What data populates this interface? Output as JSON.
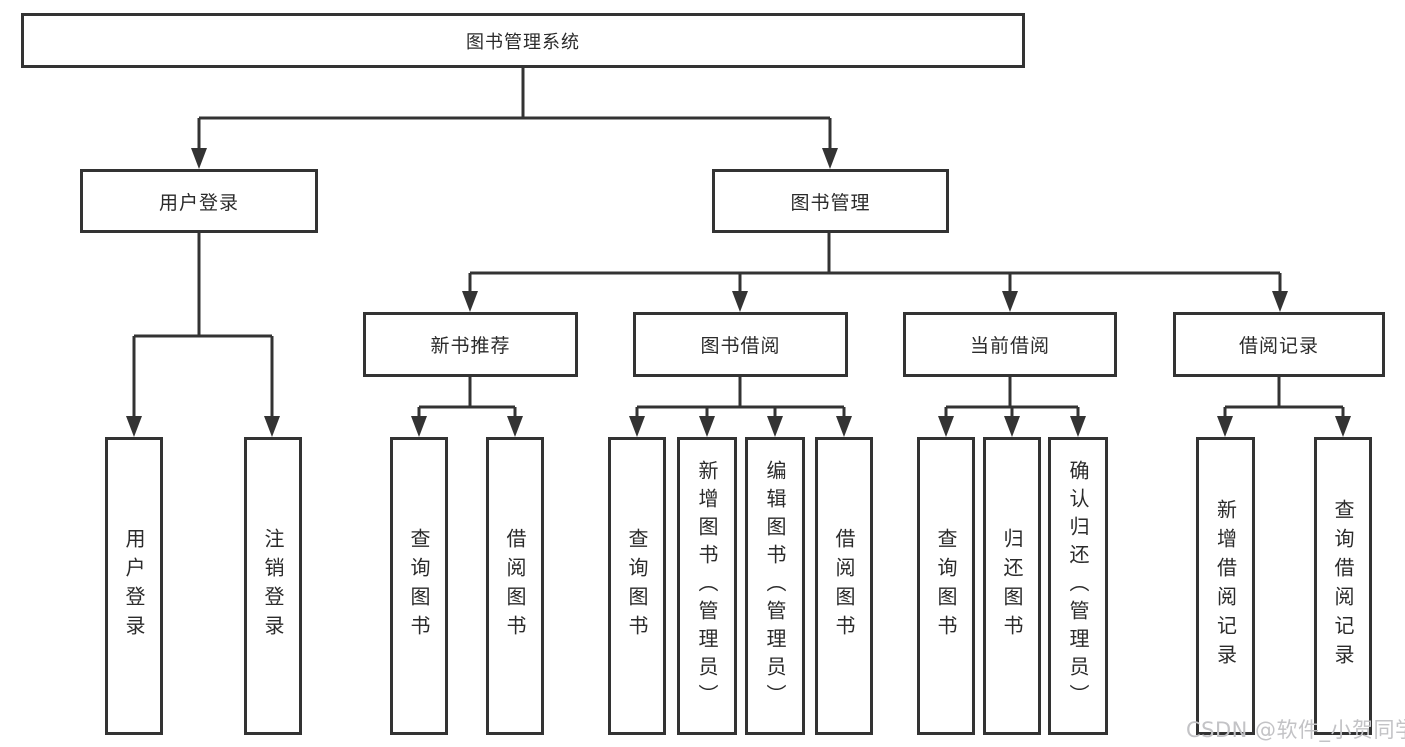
{
  "diagram": {
    "root": "图书管理系统",
    "level2": [
      {
        "label": "用户登录",
        "children": [
          "用户登录",
          "注销登录"
        ]
      },
      {
        "label": "图书管理",
        "children": [
          {
            "label": "新书推荐",
            "children": [
              "查询图书",
              "借阅图书"
            ]
          },
          {
            "label": "图书借阅",
            "children": [
              "查询图书",
              "新增图书（管理员）",
              "编辑图书（管理员）",
              "借阅图书"
            ]
          },
          {
            "label": "当前借阅",
            "children": [
              "查询图书",
              "归还图书",
              "确认归还（管理员）"
            ]
          },
          {
            "label": "借阅记录",
            "children": [
              "新增借阅记录",
              "查询借阅记录"
            ]
          }
        ]
      }
    ]
  },
  "colors": {
    "line": "#333333",
    "box_border": "#333333",
    "text": "#2b2b2b",
    "watermark": "#c3c3c6"
  },
  "watermark": "CSDN @软件_小贺同学"
}
